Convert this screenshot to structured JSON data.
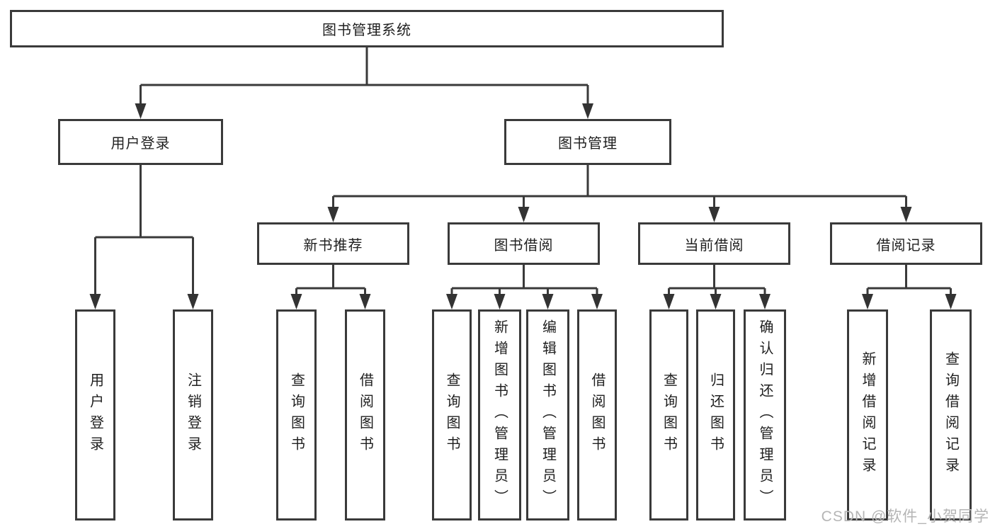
{
  "tree": {
    "root": {
      "label": "图书管理系统"
    },
    "branches": [
      {
        "label": "用户登录",
        "children": [
          {
            "label": "用户登录"
          },
          {
            "label": "注销登录"
          }
        ]
      },
      {
        "label": "图书管理",
        "children": [
          {
            "label": "新书推荐",
            "children": [
              {
                "label": "查询图书"
              },
              {
                "label": "借阅图书"
              }
            ]
          },
          {
            "label": "图书借阅",
            "children": [
              {
                "label": "查询图书"
              },
              {
                "label": "新增图书（管理员）"
              },
              {
                "label": "编辑图书（管理员）"
              },
              {
                "label": "借阅图书"
              }
            ]
          },
          {
            "label": "当前借阅",
            "children": [
              {
                "label": "查询图书"
              },
              {
                "label": "归还图书"
              },
              {
                "label": "确认归还（管理员）"
              }
            ]
          },
          {
            "label": "借阅记录",
            "children": [
              {
                "label": "新增借阅记录"
              },
              {
                "label": "查询借阅记录"
              }
            ]
          }
        ]
      }
    ]
  },
  "watermark": {
    "text": "CSDN @软件_小贺同学"
  },
  "colors": {
    "line": "#3a3a3a",
    "text": "#1f1f1f",
    "watermark": "#b5b5b5",
    "background": "#ffffff"
  }
}
